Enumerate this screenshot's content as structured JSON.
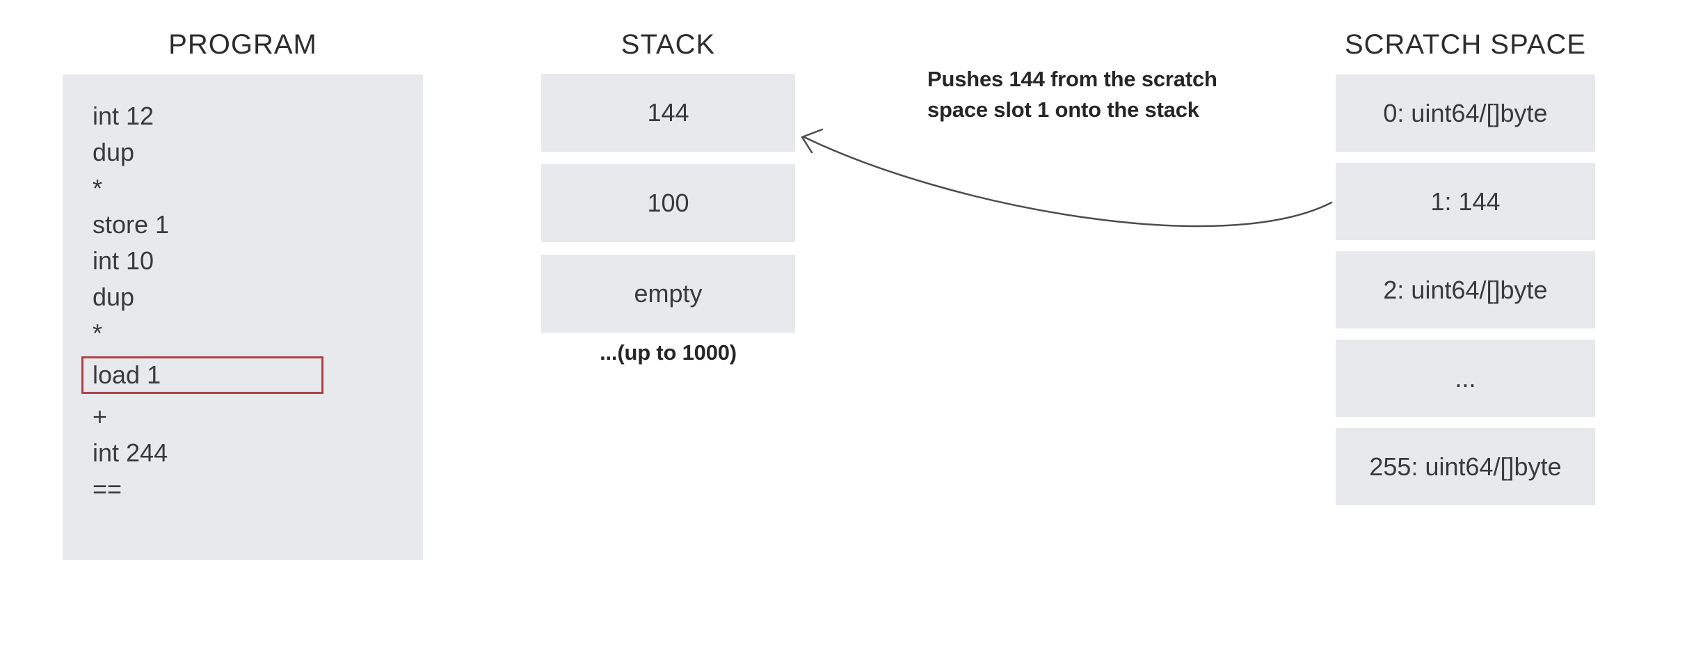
{
  "colors": {
    "box_bg": "#e7e9ec",
    "text": "#3a3a3a",
    "title": "#2d2d2d",
    "highlight_border": "#ac4348",
    "annotation_text": "#262626",
    "arrow": "#4c4c4c"
  },
  "program": {
    "title": "PROGRAM",
    "lines": [
      {
        "text": "int 12"
      },
      {
        "text": "dup"
      },
      {
        "text": "*"
      },
      {
        "text": "store 1"
      },
      {
        "text": "int 10"
      },
      {
        "text": "dup"
      },
      {
        "text": "*"
      },
      {
        "text": "load 1",
        "highlighted": true
      },
      {
        "text": "+"
      },
      {
        "text": "int 244"
      },
      {
        "text": "=="
      }
    ]
  },
  "stack": {
    "title": "STACK",
    "slots": [
      "144",
      "100",
      "empty"
    ],
    "caption": "...(up to 1000)"
  },
  "scratch": {
    "title": "SCRATCH SPACE",
    "slots": [
      "0: uint64/[]byte",
      "1: 144",
      "2: uint64/[]byte",
      "...",
      "255: uint64/[]byte"
    ]
  },
  "annotation": {
    "line1": "Pushes 144 from the scratch",
    "line2": "space slot 1 onto the stack"
  }
}
